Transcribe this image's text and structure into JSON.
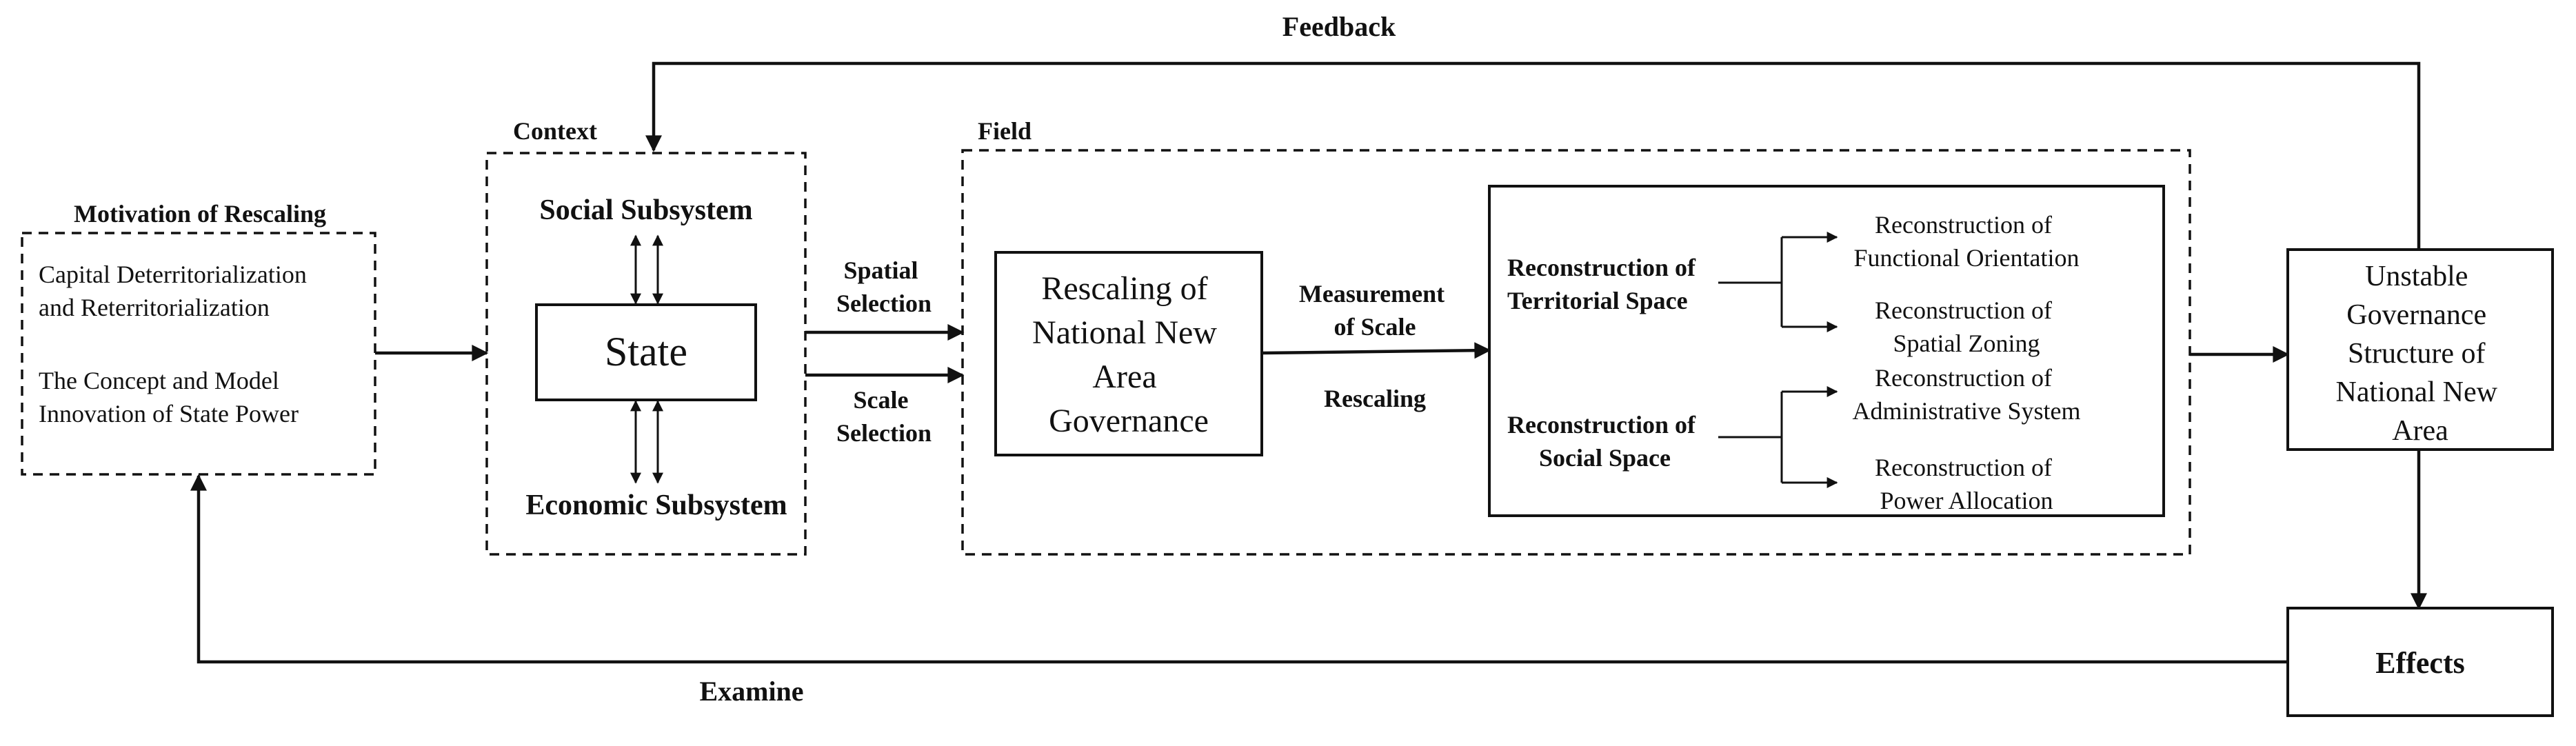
{
  "labels": {
    "feedback": "Feedback",
    "examine": "Examine",
    "context": "Context",
    "field": "Field",
    "spatial_selection": [
      "Spatial",
      "Selection"
    ],
    "scale_selection": [
      "Scale",
      "Selection"
    ],
    "measurement_of_scale": [
      "Measurement",
      "of Scale"
    ],
    "rescaling": "Rescaling"
  },
  "motivation": {
    "title": "Motivation of Rescaling",
    "item1": [
      "Capital Deterritorialization",
      "and Reterritorialization"
    ],
    "item2": [
      "The Concept and Model",
      "Innovation of State Power"
    ]
  },
  "context_box": {
    "social": "Social Subsystem",
    "state": "State",
    "economic": "Economic Subsystem"
  },
  "field_box": {
    "rescaling_governance": [
      "Rescaling of",
      "National New",
      "Area",
      "Governance"
    ],
    "territorial": [
      "Reconstruction of",
      "Territorial Space"
    ],
    "social_space": [
      "Reconstruction of",
      "Social Space"
    ],
    "functional": [
      "Reconstruction of",
      "Functional Orientation"
    ],
    "spatial_zoning": [
      "Reconstruction of",
      "Spatial Zoning"
    ],
    "administrative": [
      "Reconstruction of",
      "Administrative System"
    ],
    "power_allocation": [
      "Reconstruction of",
      "Power Allocation"
    ]
  },
  "unstable": [
    "Unstable",
    "Governance",
    "Structure of",
    "National New",
    "Area"
  ],
  "effects": "Effects"
}
